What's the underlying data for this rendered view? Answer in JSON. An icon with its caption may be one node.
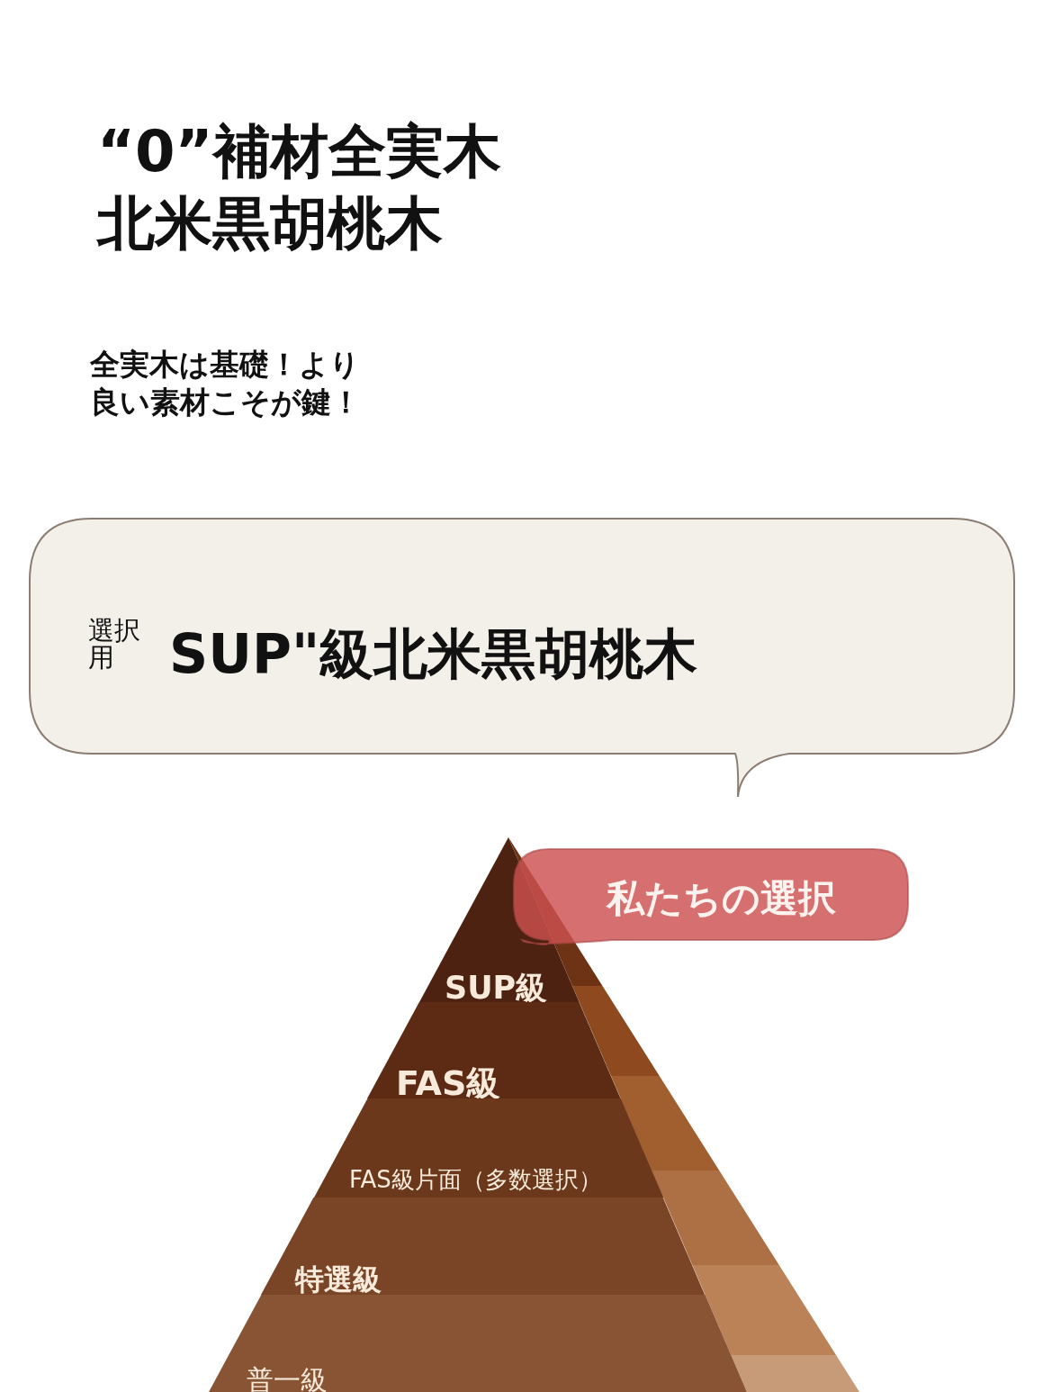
{
  "diagram": {
    "title": "“0”補材全実木北米黒胡桃木",
    "nodes": [
      {
        "text": [
          "選択用",
          "SUP\"級北米黒胡桃木"
        ]
      },
      {
        "text": [
          "私たちの選択"
        ]
      },
      {
        "text": [
          "SUP級"
        ]
      },
      {
        "text": [
          "FAS級"
        ]
      },
      {
        "text": [
          "FAS級片面（多数選択）"
        ]
      },
      {
        "text": [
          "特選級"
        ]
      },
      {
        "text": [
          "普一級"
        ]
      }
    ],
    "labels": [
      "全実木は基礎！より良い素材こそが鍵！"
    ]
  }
}
